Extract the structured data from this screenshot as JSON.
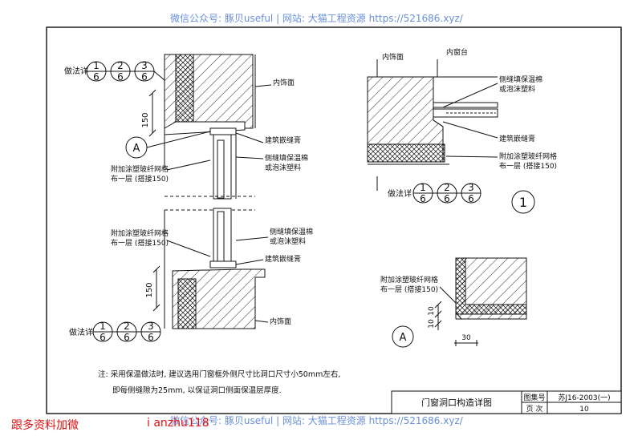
{
  "watermark": {
    "text": "微信公众号: 豚贝useful | 网站: 大猫工程资源 https://521686.xyz/"
  },
  "bottom_left": {
    "red_text": "跟多资料加微",
    "wechat_id": "i anzhu118"
  },
  "labels": {
    "inner_finish": "内饰面",
    "inner_sill": "内窗台",
    "side_joint_fill": "侧缝填保温棉",
    "foam_plastic": "或泡沫塑料",
    "sealant": "建筑嵌缝膏",
    "mesh_line1": "附加涂塑玻纤网格",
    "mesh_line2": "布一层 (搭接150)",
    "detail_ref": "做法详"
  },
  "refs": [
    {
      "top": "1",
      "bottom": "6"
    },
    {
      "top": "2",
      "bottom": "6"
    },
    {
      "top": "3",
      "bottom": "6"
    }
  ],
  "dims": {
    "d150": "150",
    "d10a": "10",
    "d10b": "10",
    "d30": "30"
  },
  "markers": {
    "a": "A",
    "one": "1"
  },
  "note": {
    "line1": "注: 采用保温做法时, 建议选用门窗框外侧尺寸比洞口尺寸小50mm左右,",
    "line2": "即每侧缝隙为25mm, 以保证洞口侧面保温层厚度."
  },
  "title_block": {
    "title": "门窗洞口构造详图",
    "atlas_label": "图集号",
    "atlas_no": "苏J16-2003(一)",
    "page_label": "页 次",
    "page_no": "10"
  }
}
